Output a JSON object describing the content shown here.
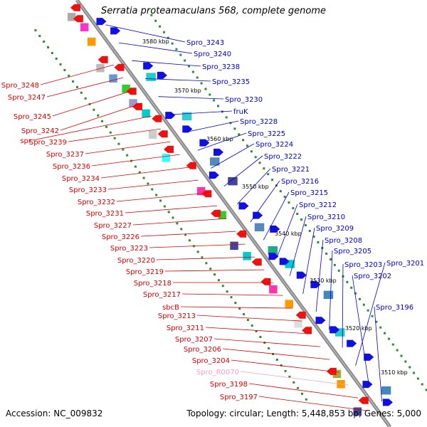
{
  "title": "Serratia proteamaculans 568, complete genome",
  "accession_label": "Accession:",
  "accession": "NC_009832",
  "topology_text": "Topology: circular; Length: 5,448,853 bp; Genes: 5,000",
  "colors": {
    "backbone": "#909090",
    "tick": "#2e8b2e",
    "reverse_label": "#e00000",
    "forward_label": "#0000d0",
    "rna_label": "#f0a0c0"
  },
  "ticks": [
    {
      "label": "3580 kbp"
    },
    {
      "label": "3570 kbp"
    },
    {
      "label": "3560 kbp"
    },
    {
      "label": "3550 kbp"
    },
    {
      "label": "3540 kbp"
    },
    {
      "label": "3530 kbp"
    },
    {
      "label": "3520 kbp"
    },
    {
      "label": "3510 kbp"
    }
  ],
  "labels_right": [
    "Spro_3243",
    "Spro_3240",
    "Spro_3238",
    "Spro_3235",
    "Spro_3230",
    "fruK",
    "Spro_3228",
    "Spro_3225",
    "Spro_3224",
    "Spro_3222",
    "Spro_3221",
    "Spro_3216",
    "Spro_3215",
    "Spro_3212",
    "Spro_3210",
    "Spro_3209",
    "Spro_3208",
    "Spro_3205",
    "Spro_3203",
    "Spro_3201",
    "Spro_3202",
    "Spro_3196"
  ],
  "labels_left": [
    "Spro_3248",
    "Spro_3247",
    "Spro_3245",
    "Spro_3242",
    "spr",
    "Spro_3239",
    "Spro_3237",
    "Spro_3236",
    "Spro_3234",
    "Spro_3233",
    "Spro_3232",
    "Spro_3231",
    "Spro_3227",
    "Spro_3226",
    "Spro_3223",
    "Spro_3220",
    "Spro_3219",
    "Spro_3218",
    "Spro_3217",
    "sbcB",
    "Spro_3213",
    "Spro_3211",
    "Spro_3207",
    "Spro_3206",
    "Spro_3204",
    "Spro_R0070",
    "Spro_3198",
    "Spro_3197"
  ]
}
